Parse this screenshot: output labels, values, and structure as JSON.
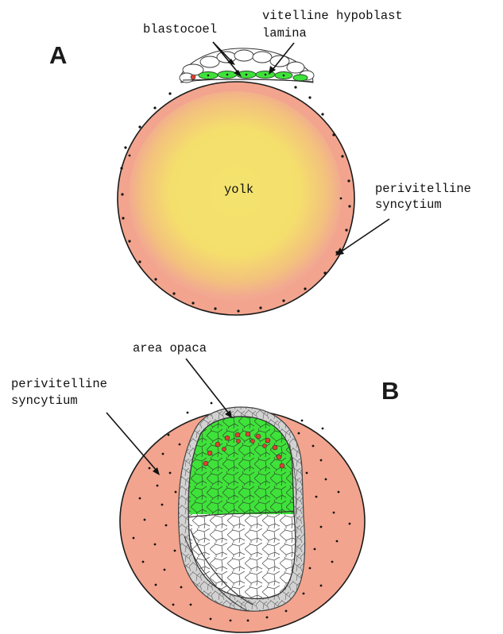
{
  "panel_a": {
    "letter": "A",
    "labels": {
      "blastocoel": "blastocoel",
      "vitelline_hypoblast": "vitelline hypoblast",
      "lamina": "lamina",
      "yolk": "yolk",
      "perivitelline_line1": "perivitelline",
      "perivitelline_line2": "syncytium"
    }
  },
  "panel_b": {
    "letter": "B",
    "labels": {
      "area_opaca": "area opaca",
      "perivitelline_line1": "perivitelline",
      "perivitelline_line2": "syncytium"
    }
  },
  "colors": {
    "syncytium_salmon": "#f2a48e",
    "yolk_yellow": "#f4e16c",
    "hypoblast_green": "#3fe23a",
    "epiblast_white": "#ffffff",
    "cell_outline": "#555555",
    "area_opaca_grey": "#c9c9c9",
    "red_cells": "#e0402e",
    "panel_letter_box": "#ffffff"
  }
}
